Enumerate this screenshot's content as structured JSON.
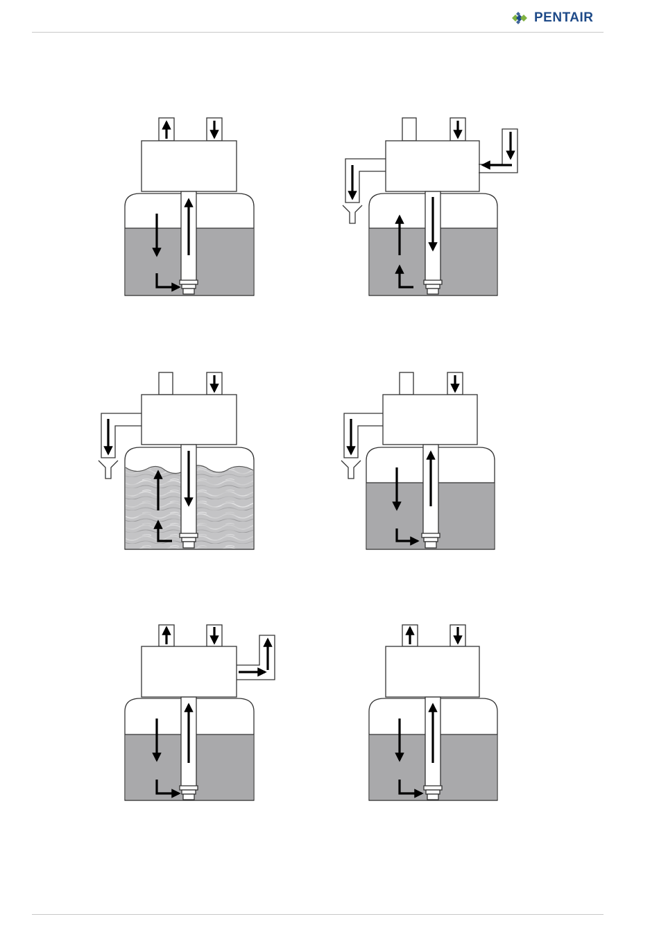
{
  "header": {
    "brand_name": "PENTAIR",
    "brand_color": "#1e4a88",
    "logo_icon": "pentair-diamond-logo-icon"
  },
  "colors": {
    "stroke": "#333333",
    "water": "#a9a9ab",
    "arrow": "#000000",
    "rule": "#c8c8c8"
  },
  "diagrams": [
    {
      "id": "service",
      "arrows": [
        "outlet-up",
        "inlet-down",
        "down-flow",
        "up-riser"
      ],
      "textured": false
    },
    {
      "id": "backwash",
      "arrows": [
        "inlet-down",
        "side-inlet-down",
        "drain-down",
        "up-flow",
        "down-riser"
      ],
      "textured": false
    },
    {
      "id": "backwash-expanded-bed",
      "arrows": [
        "inlet-down",
        "drain-down",
        "up-flow",
        "down-riser"
      ],
      "textured": true
    },
    {
      "id": "rinse",
      "arrows": [
        "inlet-down",
        "drain-down",
        "down-flow",
        "up-riser"
      ],
      "textured": false
    },
    {
      "id": "service-with-bypass",
      "arrows": [
        "outlet-up",
        "inlet-down",
        "side-outlet-up",
        "down-flow",
        "up-riser"
      ],
      "textured": false
    },
    {
      "id": "service-return",
      "arrows": [
        "outlet-up",
        "inlet-down",
        "down-flow",
        "up-riser"
      ],
      "textured": false
    }
  ]
}
